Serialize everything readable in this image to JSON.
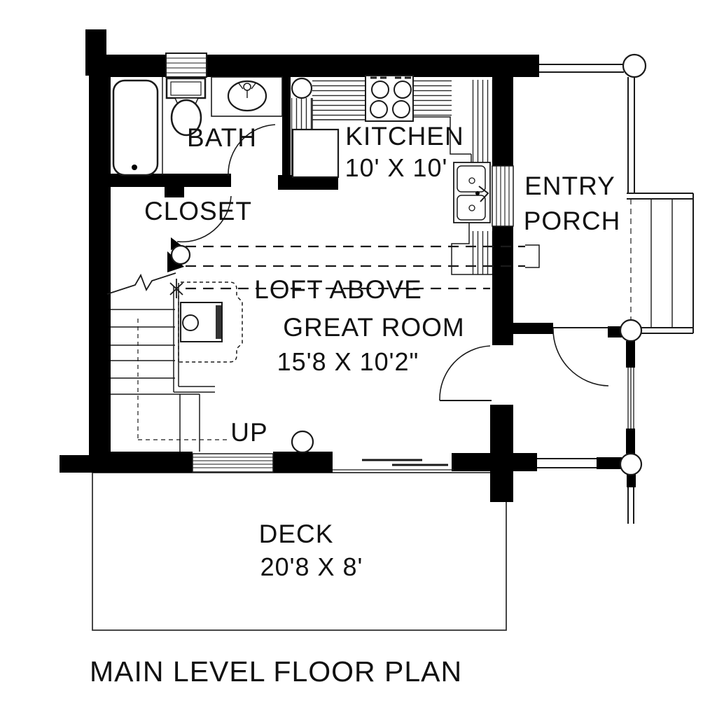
{
  "drawing_title": "MAIN LEVEL FLOOR PLAN",
  "rooms": {
    "bath": {
      "label": "BATH"
    },
    "closet": {
      "label": "CLOSET"
    },
    "kitchen": {
      "label": "KITCHEN",
      "dimensions": "10' X 10'"
    },
    "entry_porch": {
      "line1": "ENTRY",
      "line2": "PORCH"
    },
    "loft": {
      "label": "LOFT ABOVE"
    },
    "great_room": {
      "label": "GREAT ROOM",
      "dimensions": "15'8 X 10'2\""
    },
    "stair": {
      "label": "UP"
    },
    "deck": {
      "label": "DECK",
      "dimensions": "20'8 X 8'"
    }
  },
  "colors": {
    "wall": "#000000",
    "line": "#1a1a1a",
    "background": "#ffffff"
  }
}
